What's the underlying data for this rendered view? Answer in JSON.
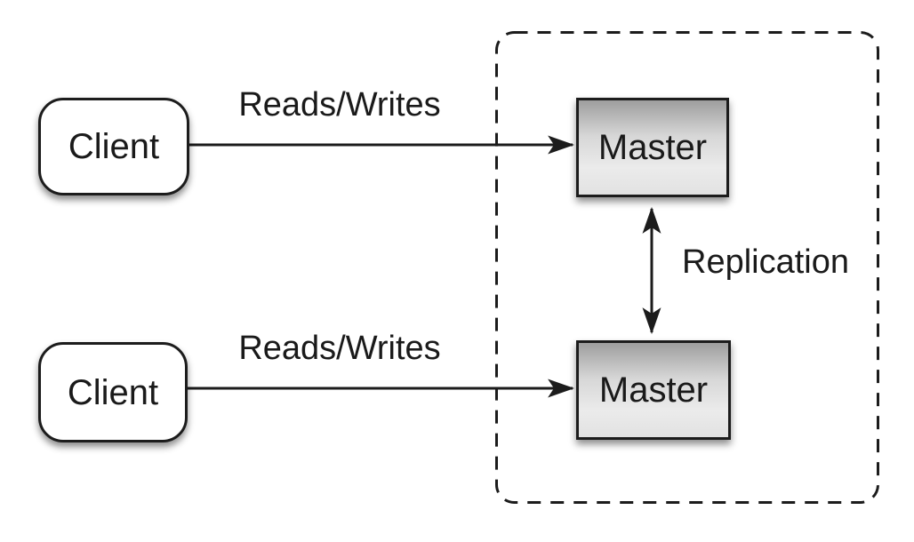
{
  "nodes": {
    "client_top": {
      "label": "Client"
    },
    "client_bottom": {
      "label": "Client"
    },
    "master_top": {
      "label": "Master"
    },
    "master_bottom": {
      "label": "Master"
    }
  },
  "edges": {
    "reads_writes_top": {
      "label": "Reads/Writes"
    },
    "reads_writes_bottom": {
      "label": "Reads/Writes"
    },
    "replication": {
      "label": "Replication"
    }
  },
  "colors": {
    "background": "#ffffff",
    "stroke": "#1c1c1c",
    "text": "#1a1a1a",
    "node_fill": "#ffffff",
    "master_gradient_top": "#9e9e9e",
    "master_gradient_bottom": "#ebebeb"
  }
}
